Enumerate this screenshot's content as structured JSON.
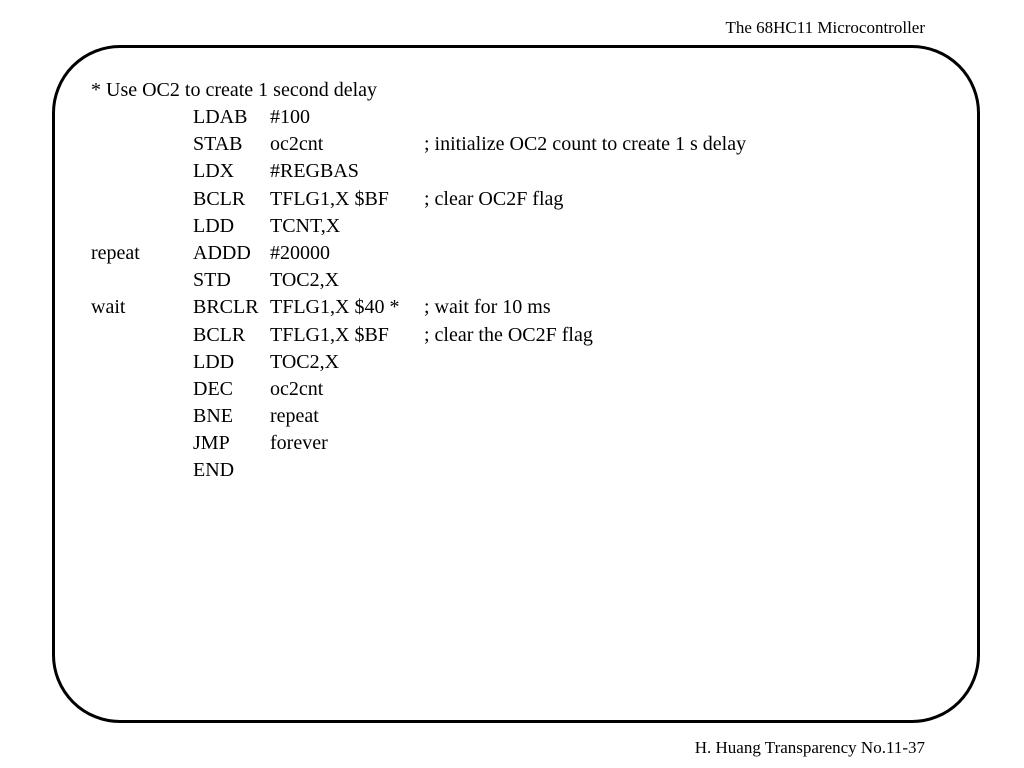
{
  "header": {
    "title": "The 68HC11 Microcontroller"
  },
  "footer": {
    "text": "H. Huang Transparency No.11-37"
  },
  "code": {
    "title": "* Use OC2 to create 1 second delay",
    "lines": [
      {
        "label": "",
        "op": "LDAB",
        "operand": "#100",
        "comment": ""
      },
      {
        "label": "",
        "op": "STAB",
        "operand": "oc2cnt",
        "comment": "; initialize OC2 count to create 1 s delay"
      },
      {
        "label": "",
        "op": "LDX",
        "operand": "#REGBAS",
        "comment": ""
      },
      {
        "label": "",
        "op": "BCLR",
        "operand": "TFLG1,X $BF",
        "comment": "; clear OC2F flag"
      },
      {
        "label": "",
        "op": "LDD",
        "operand": "TCNT,X",
        "comment": ""
      },
      {
        "label": "repeat",
        "op": "ADDD",
        "operand": "#20000",
        "comment": ""
      },
      {
        "label": "",
        "op": "STD",
        "operand": "TOC2,X",
        "comment": ""
      },
      {
        "label": "wait",
        "op": "BRCLR",
        "operand": "TFLG1,X $40 *",
        "comment": "; wait for 10 ms"
      },
      {
        "label": "",
        "op": "BCLR",
        "operand": "TFLG1,X $BF",
        "comment": "; clear the OC2F flag"
      },
      {
        "label": "",
        "op": "LDD",
        "operand": "TOC2,X",
        "comment": ""
      },
      {
        "label": "",
        "op": "DEC",
        "operand": "oc2cnt",
        "comment": ""
      },
      {
        "label": "",
        "op": "BNE",
        "operand": "repeat",
        "comment": ""
      },
      {
        "label": "",
        "op": "JMP",
        "operand": "forever",
        "comment": ""
      },
      {
        "label": "",
        "op": "END",
        "operand": "",
        "comment": ""
      }
    ]
  }
}
